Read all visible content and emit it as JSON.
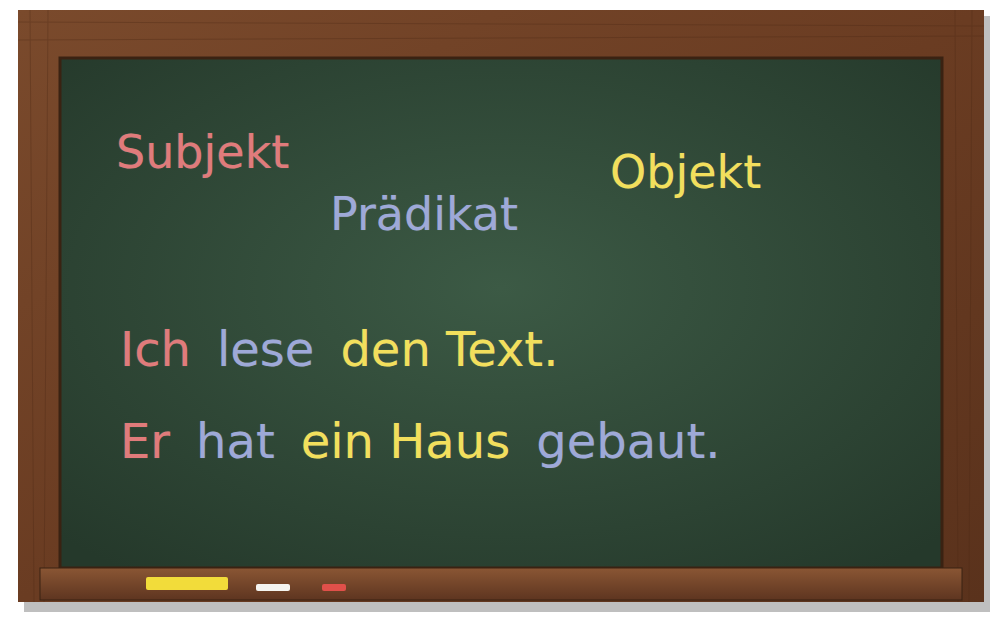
{
  "diagram": {
    "labels": [
      "Subjekt",
      "Prädikat",
      "Objekt",
      "Ich",
      "lese",
      "den Text.",
      "Er",
      "hat",
      "ein Haus",
      "gebaut."
    ]
  }
}
